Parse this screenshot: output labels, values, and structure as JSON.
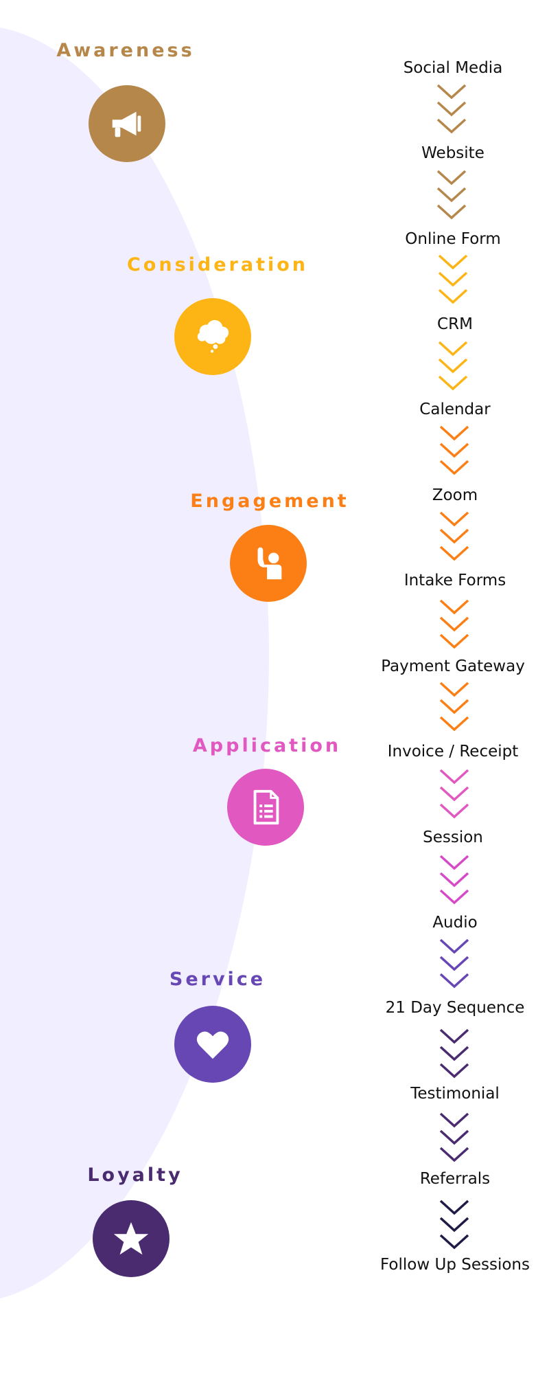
{
  "stages": [
    {
      "title": "Awareness",
      "color": "#b5874a",
      "icon": "megaphone-icon"
    },
    {
      "title": "Consideration",
      "color": "#fdb515",
      "icon": "thought-bubble-icon"
    },
    {
      "title": "Engagement",
      "color": "#fb7f14",
      "icon": "raised-hand-icon"
    },
    {
      "title": "Application",
      "color": "#e058c0",
      "icon": "form-document-icon"
    },
    {
      "title": "Service",
      "color": "#6647b3",
      "icon": "heart-icon"
    },
    {
      "title": "Loyalty",
      "color": "#4a2b6f",
      "icon": "star-icon"
    }
  ],
  "steps": [
    "Social Media",
    "Website",
    "Online Form",
    "CRM",
    "Calendar",
    "Zoom",
    "Intake Forms",
    "Payment Gateway",
    "Invoice / Receipt",
    "Session",
    "Audio",
    "21 Day Sequence",
    "Testimonial",
    "Referrals",
    "Follow Up Sessions"
  ],
  "chevron_colors": [
    "#b5874a",
    "#b5874a",
    "#fdb515",
    "#fdb515",
    "#fb7f14",
    "#fb7f14",
    "#fb7f14",
    "#fb7f14",
    "#e058c0",
    "#d64ac7",
    "#6647b3",
    "#4a2b6f",
    "#4a2b6f",
    "#1e1b45"
  ],
  "background_arc_color": "#f1efff"
}
